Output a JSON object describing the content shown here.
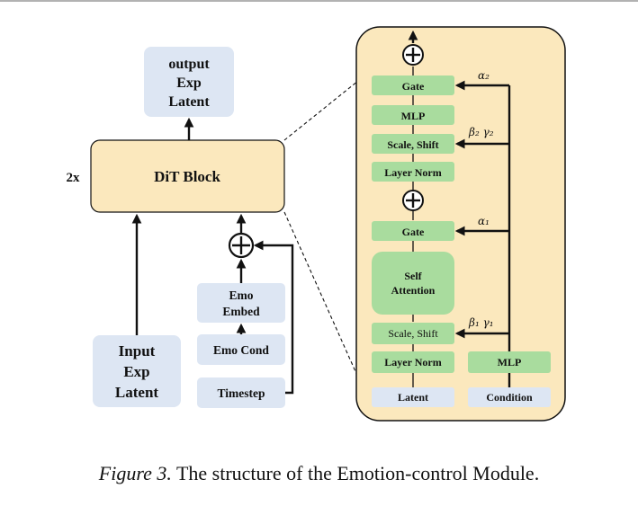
{
  "left": {
    "output_box": [
      "output",
      "Exp",
      "Latent"
    ],
    "dit_block": "DiT Block",
    "repeat": "2x",
    "input_box": [
      "Input",
      "Exp",
      "Latent"
    ],
    "emo_embed": [
      "Emo",
      "Embed"
    ],
    "emo_cond": "Emo Cond",
    "timestep": "Timestep"
  },
  "right": {
    "gate_top": "Gate",
    "mlp_top": "MLP",
    "scale_shift_2": "Scale, Shift",
    "layer_norm_top": "Layer Norm",
    "gate_mid": "Gate",
    "self_attention": [
      "Self",
      "Attention"
    ],
    "scale_shift_1": "Scale, Shift",
    "layer_norm_bottom": "Layer Norm",
    "mlp_cond": "MLP",
    "latent": "Latent",
    "condition": "Condition",
    "alpha2": "α₂",
    "beta2_gamma2": "β₂ γ₂",
    "alpha1": "α₁",
    "beta1_gamma1": "β₁ γ₁"
  },
  "caption": {
    "figure_label": "Figure 3.",
    "text": "The structure of the Emotion-control Module."
  },
  "colors": {
    "input_blue": "#dde6f3",
    "module_green": "#a9dc9e",
    "block_tan": "#fbe8bd"
  }
}
